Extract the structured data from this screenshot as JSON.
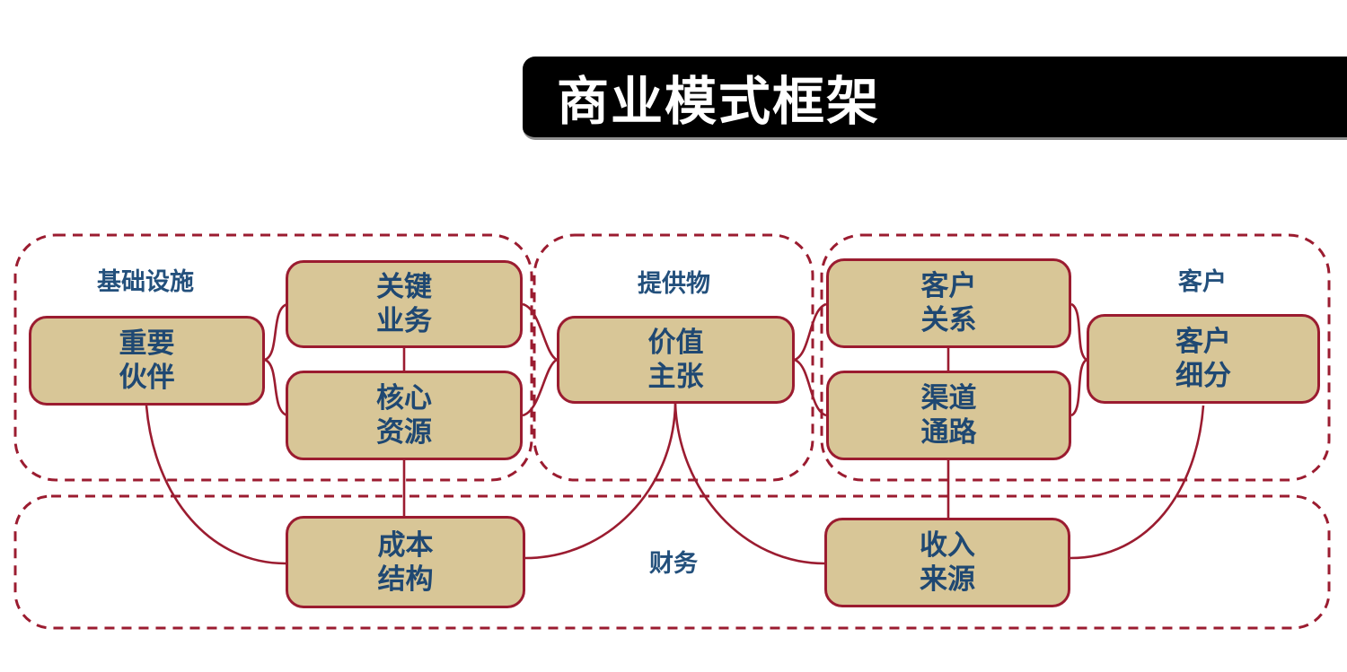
{
  "title": "商业模式框架",
  "colors": {
    "banner_bg": "#000000",
    "banner_text": "#ffffff",
    "line": "#9B1C30",
    "box_fill": "#D8C697",
    "box_border": "#9B1C30",
    "label_text": "#23507C",
    "box_text": "#1F4872"
  },
  "sections": {
    "infrastructure": {
      "label": "基础设施"
    },
    "offering": {
      "label": "提供物"
    },
    "customer": {
      "label": "客户"
    },
    "finance": {
      "label": "财务"
    }
  },
  "boxes": {
    "key_partners": {
      "label": "重要\n伙伴"
    },
    "key_activities": {
      "label": "关键\n业务"
    },
    "core_resources": {
      "label": "核心\n资源"
    },
    "value_proposition": {
      "label": "价值\n主张"
    },
    "customer_relations": {
      "label": "客户\n关系"
    },
    "channels": {
      "label": "渠道\n通路"
    },
    "customer_segments": {
      "label": "客户\n细分"
    },
    "cost_structure": {
      "label": "成本\n结构"
    },
    "revenue_streams": {
      "label": "收入\n来源"
    }
  }
}
